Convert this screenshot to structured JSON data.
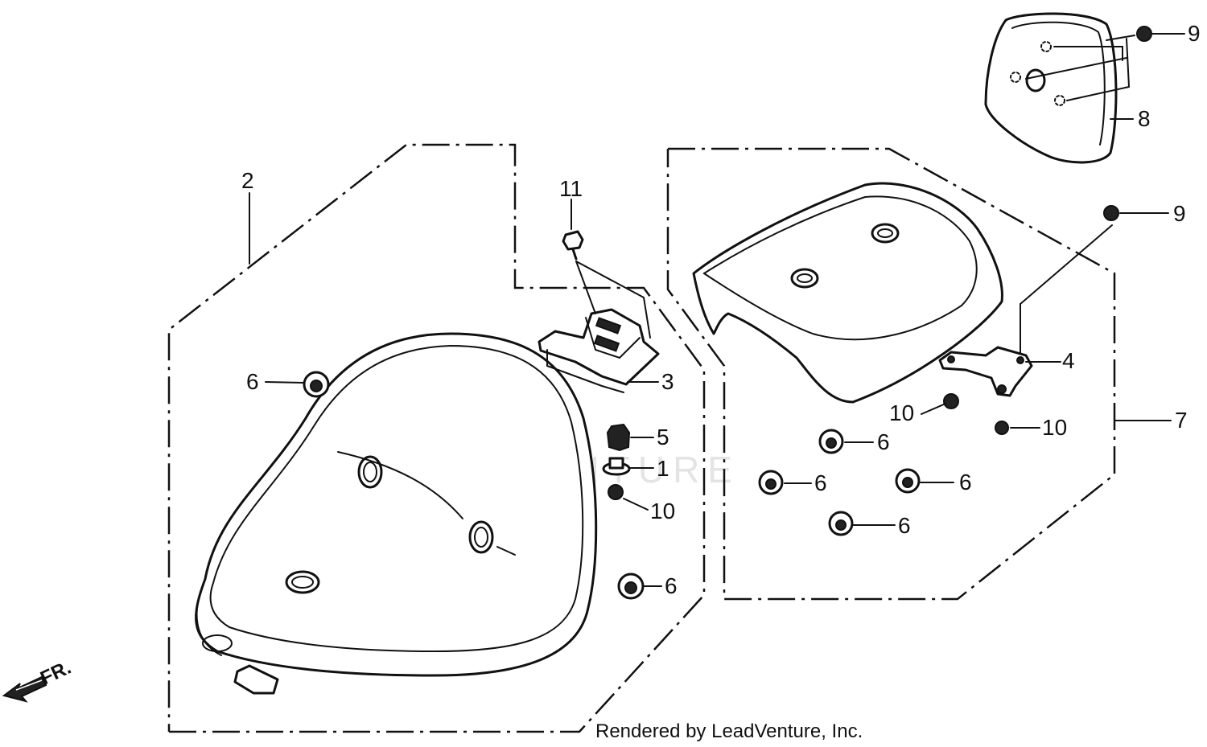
{
  "diagram": {
    "callouts": {
      "c1": "1",
      "c2": "2",
      "c3": "3",
      "c4": "4",
      "c5": "5",
      "c6a": "6",
      "c6b": "6",
      "c6c": "6",
      "c6d": "6",
      "c6e": "6",
      "c6f": "6",
      "c7": "7",
      "c8": "8",
      "c9a": "9",
      "c9b": "9",
      "c10a": "10",
      "c10b": "10",
      "c10c": "10",
      "c11": "11"
    },
    "direction_label": "FR.",
    "watermark": "LEADVENTURE",
    "credit": "Rendered by LeadVenture, Inc."
  }
}
